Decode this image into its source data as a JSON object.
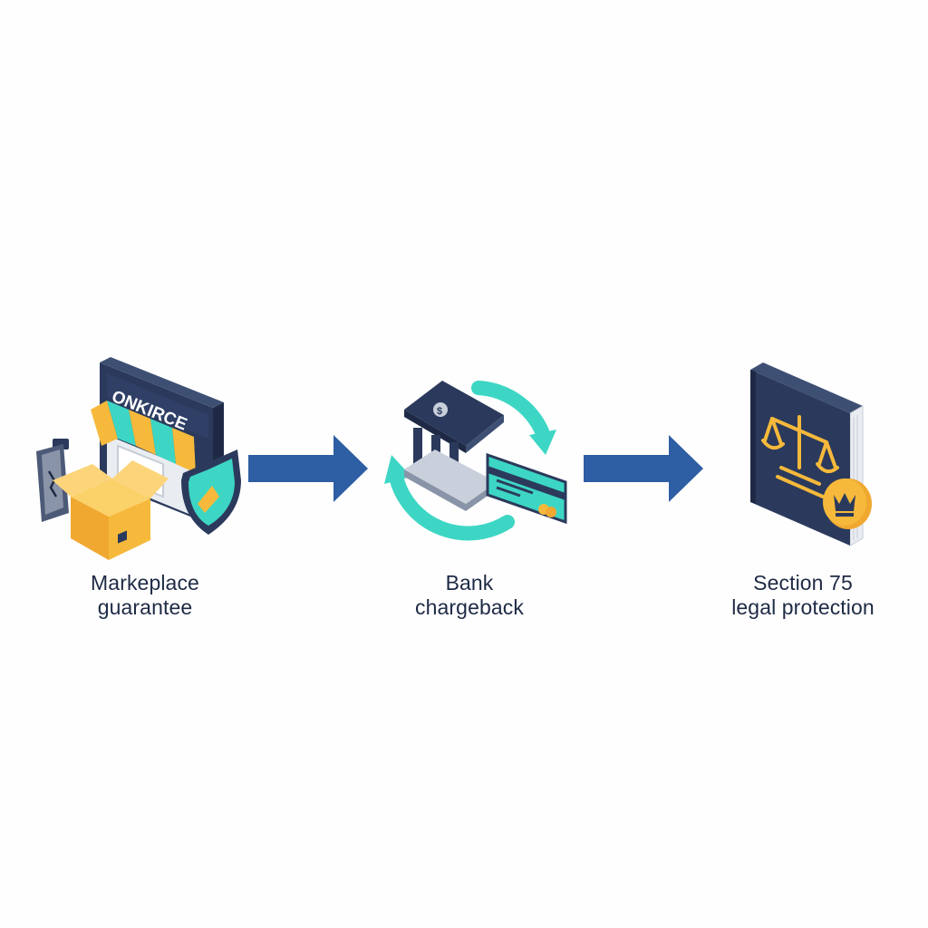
{
  "steps": [
    {
      "id": "marketplace",
      "label_line1": "Markeplace",
      "label_line2": "guarantee",
      "store_sign": "ONKIRCE",
      "icons": [
        "storefront-icon",
        "package-box-icon",
        "broken-phone-icon",
        "shield-icon"
      ]
    },
    {
      "id": "bank",
      "label_line1": "Bank",
      "label_line2": "chargeback",
      "bank_symbol": "$",
      "icons": [
        "bank-building-icon",
        "refresh-arrows-icon",
        "credit-card-icon"
      ]
    },
    {
      "id": "section75",
      "label_line1": "Section 75",
      "label_line2": "legal protection",
      "icons": [
        "law-book-icon",
        "scales-of-justice-icon",
        "crown-coin-icon"
      ]
    }
  ],
  "colors": {
    "navy": "#2b3a5c",
    "dark_navy": "#1e2a45",
    "arrow_blue": "#2e5ea3",
    "teal": "#3dd6c4",
    "yellow": "#f6b93b",
    "light_gray": "#e9ecf1"
  }
}
